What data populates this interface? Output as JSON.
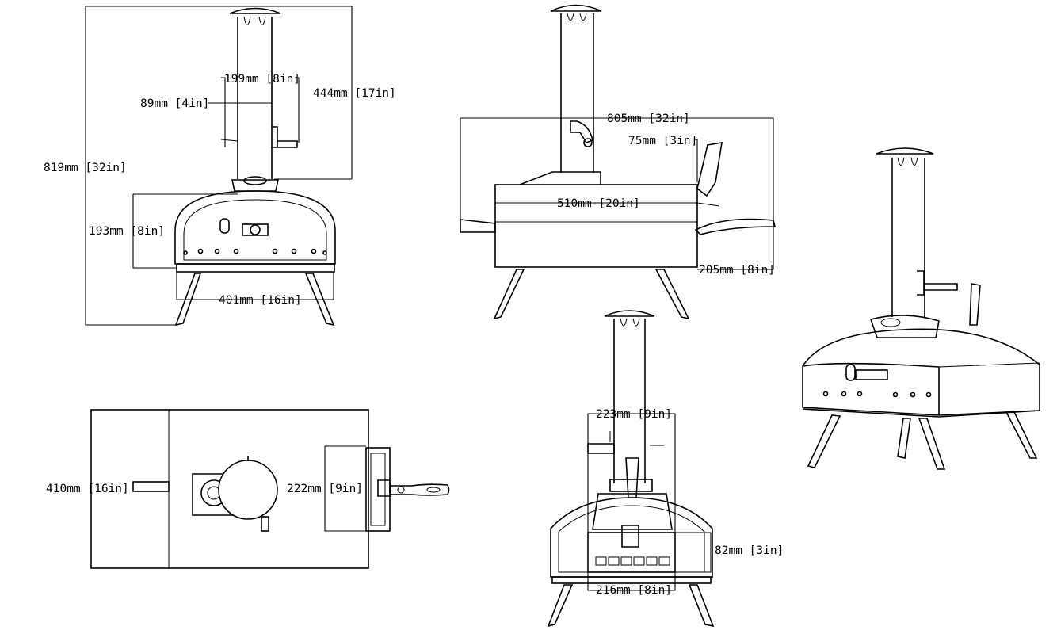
{
  "dimensions": {
    "height_total": "819mm [32in]",
    "chimney_height": "444mm [17in]",
    "handle_span_front": "199mm [8in]",
    "chimney_offset": "89mm [4in]",
    "dome_height": "193mm [8in]",
    "body_width_front": "401mm [16in]",
    "depth_total": "805mm [32in]",
    "handle_width_side": "75mm [3in]",
    "body_depth": "510mm [20in]",
    "handle_height_side": "205mm [8in]",
    "top_width": "410mm [16in]",
    "top_door_width": "222mm [9in]",
    "back_handle_span": "223mm [9in]",
    "mouth_height": "82mm [3in]",
    "mouth_width": "216mm [8in]"
  }
}
